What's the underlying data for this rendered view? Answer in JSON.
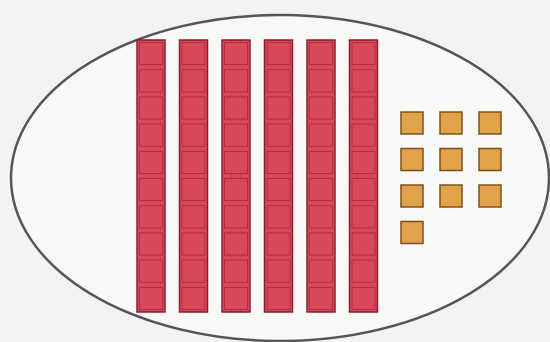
{
  "diagram": {
    "tens_rods": 6,
    "cubes_per_rod": 10,
    "ones_cubes": 10,
    "ones_layout_rows": [
      3,
      3,
      3,
      1
    ]
  },
  "colors": {
    "background": "#f3f3f1",
    "oval_stroke": "#555555",
    "rod_fill": "#d9485a",
    "rod_stroke": "#8a1e2e",
    "cube_fill": "#e2a24a",
    "cube_stroke": "#7a5216"
  }
}
